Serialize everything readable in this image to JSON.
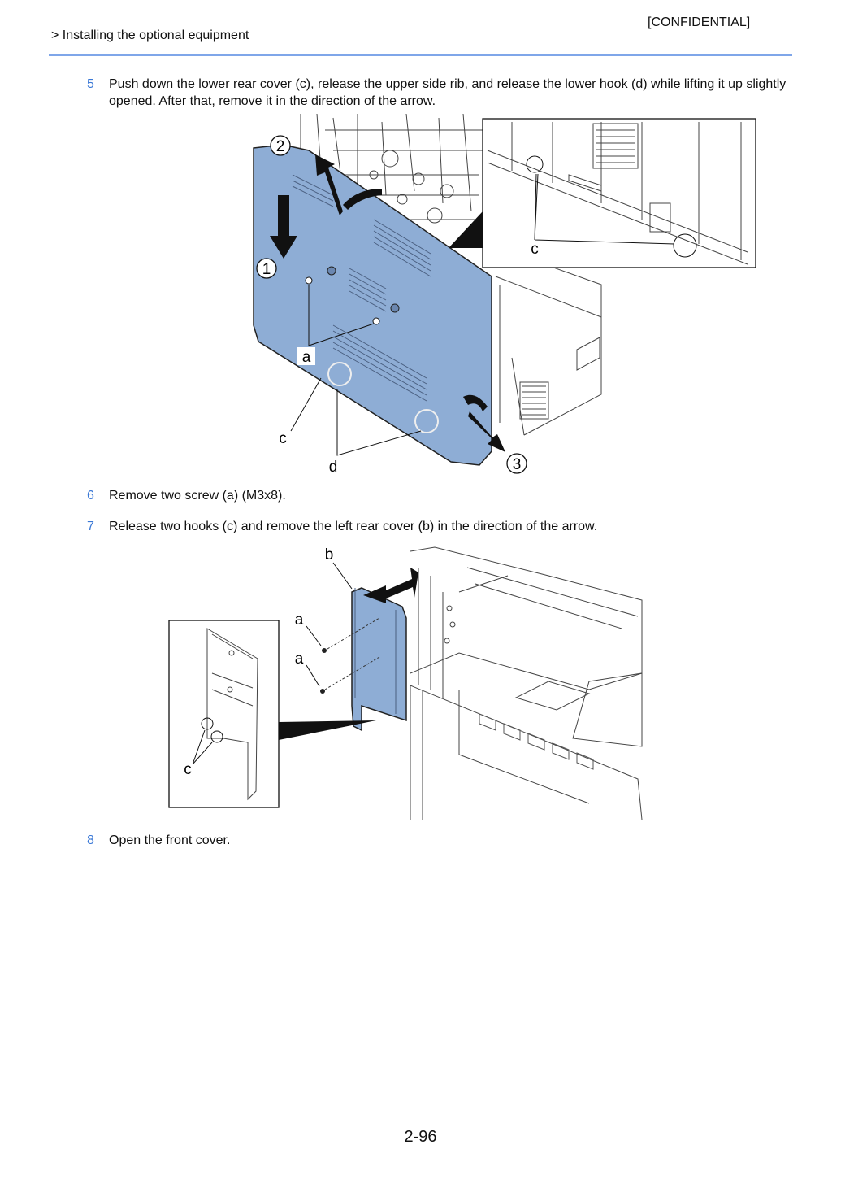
{
  "header": {
    "confidential": "[CONFIDENTIAL]",
    "breadcrumb": "> Installing the optional equipment"
  },
  "steps": [
    {
      "num": "5",
      "text": "Push down the lower rear cover (c), release the upper side rib, and release the lower hook (d) while lifting it up slightly opened. After that, remove it in the direction of the arrow."
    },
    {
      "num": "6",
      "text": "Remove two screw (a) (M3x8)."
    },
    {
      "num": "7",
      "text": "Release two hooks (c) and remove the left rear cover (b) in the direction of the arrow."
    },
    {
      "num": "8",
      "text": "Open the front cover."
    }
  ],
  "figure1": {
    "labels": {
      "step1": "1",
      "step2": "2",
      "step3": "3",
      "a": "a",
      "c_left": "c",
      "d": "d",
      "c_inset": "c"
    },
    "colors": {
      "cover": "#8eadd5",
      "outline": "#222222"
    }
  },
  "figure2": {
    "labels": {
      "b": "b",
      "a_top": "a",
      "a_bottom": "a",
      "c_inset": "c"
    },
    "colors": {
      "cover": "#8eadd5",
      "outline": "#222222"
    }
  },
  "footer": {
    "page_number": "2-96"
  }
}
